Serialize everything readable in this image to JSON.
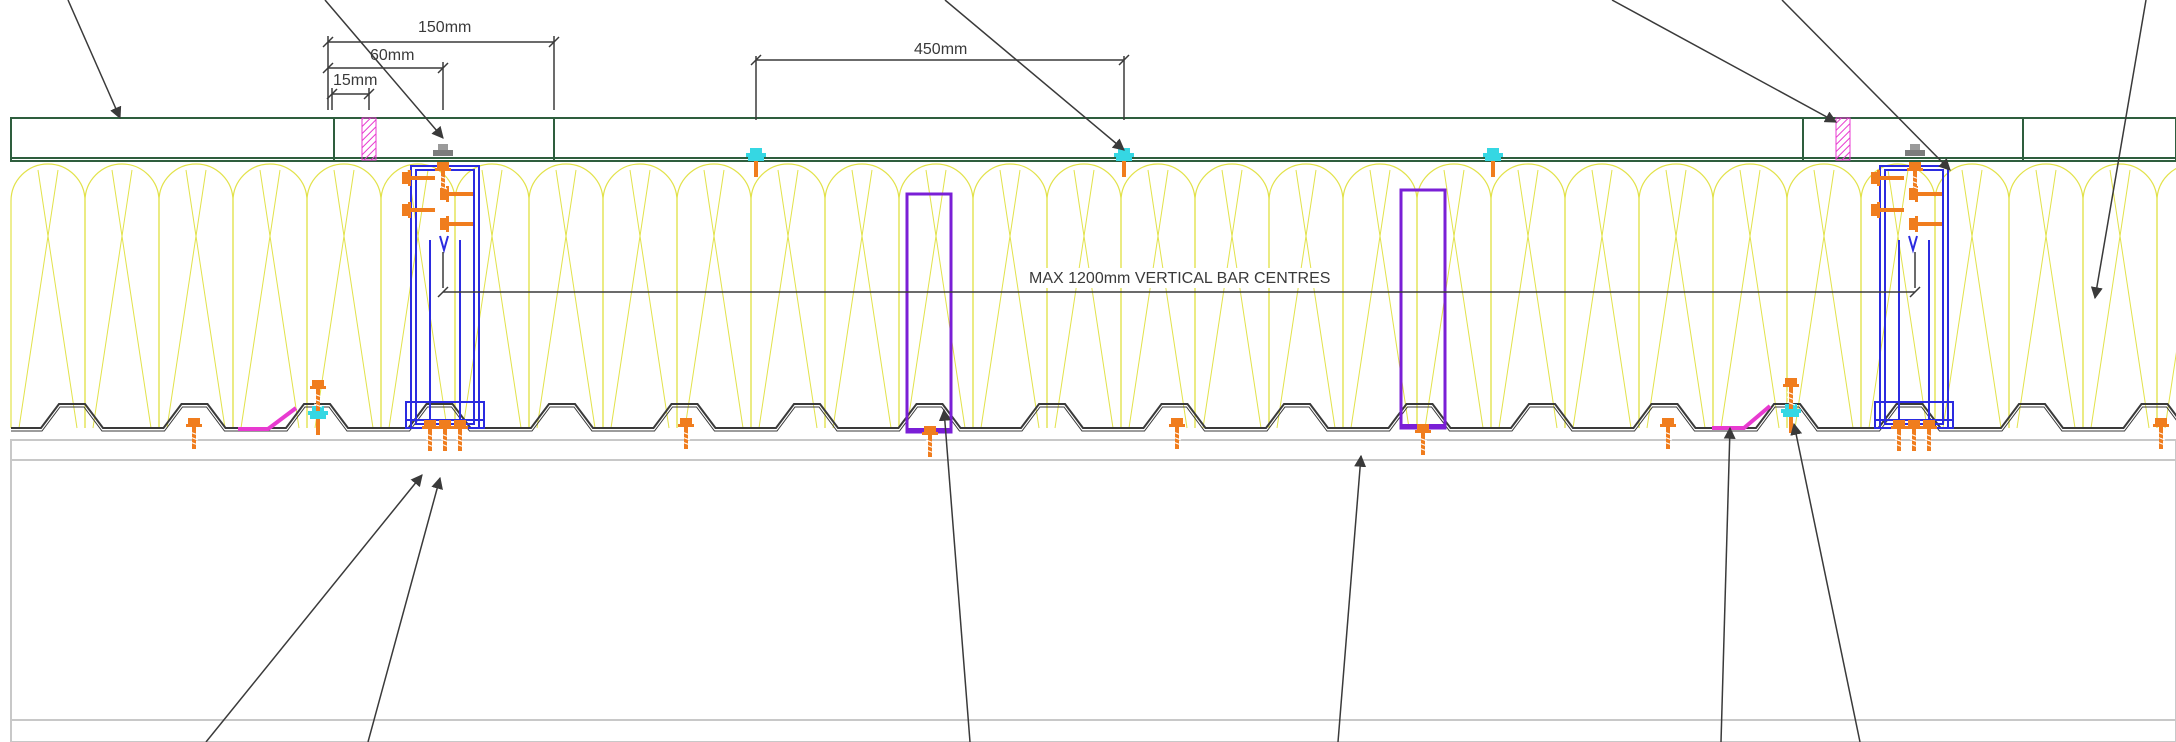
{
  "drawing": {
    "dimensions": {
      "d150": "150mm",
      "d60": "60mm",
      "d15": "15mm",
      "d450": "450mm"
    },
    "note": "MAX 1200mm VERTICAL BAR CENTRES"
  },
  "colors": {
    "outline_green": "#2e5e3e",
    "insulation_yellow": "#e2e24a",
    "bracket_blue": "#2b2be0",
    "bar_purple": "#7a1fd6",
    "screw_orange": "#f07d1e",
    "washer_cyan": "#35d7e3",
    "packer_magenta": "#e83ad0",
    "leader_grey": "#3a3a3a",
    "liner_grey": "#c8c8c8"
  }
}
